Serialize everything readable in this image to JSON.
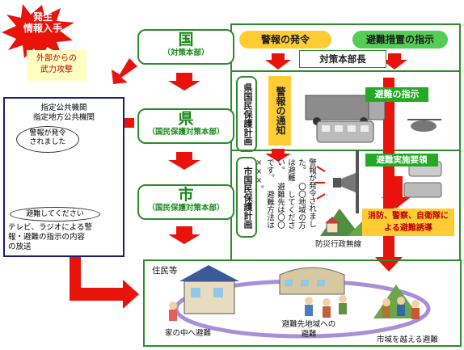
{
  "attack": {
    "line1": "発生",
    "line2": "情報入手",
    "desc1": "外部からの",
    "desc2": "武力攻撃"
  },
  "country": {
    "name": "国",
    "org": "（対策本部）"
  },
  "prefecture": {
    "name": "県",
    "org": "（国民保護対策本部）"
  },
  "city": {
    "name": "市",
    "org": "（国民保護対策本部）"
  },
  "public_bodies": {
    "line1": "指定公共機関",
    "line2": "指定地方公共機関",
    "bubble1_l1": "警報が発令",
    "bubble1_l2": "されました",
    "bubble2": "避難してください",
    "desc1": "テレビ、ラジオによる警",
    "desc2": "報・避難の指示の内容",
    "desc3": "の放送"
  },
  "top": {
    "warning": "警報の発令",
    "evac_measures": "避難措置の指示",
    "chief": "対策本部長"
  },
  "pref_plan": "県国民保護計画",
  "city_plan": "市国民保護計画",
  "warning_notice": "警報の通知",
  "evac_instruction": "避難の指示",
  "evac_guidelines": "避難実施要領",
  "rescue": {
    "line1": "消防、警察、自衛隊に",
    "line2": "よる避難誘導"
  },
  "broadcast": [
    "警報が発令されました。",
    "〇〇地域の方は避難",
    "してください。",
    "避難先は〇〇です。",
    "避難方法は×××。"
  ],
  "disaster_radio": "防災行政無線",
  "residents": {
    "title": "住民等",
    "indoor": "家の中へ避難",
    "shelter_l1": "避難先地域への",
    "shelter_l2": "避難",
    "outside": "市域を越える避難"
  },
  "colors": {
    "green": "#2e8b2e",
    "red": "#e8140c",
    "orange_fill": "#ffcc33",
    "yellow_fill": "#ffffc0",
    "navy": "#1a1a80"
  }
}
